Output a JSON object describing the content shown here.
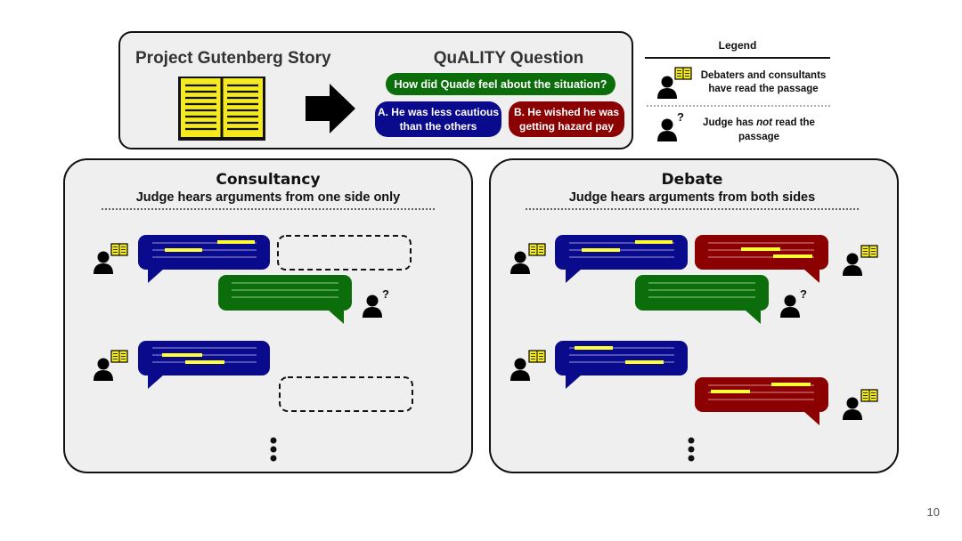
{
  "top": {
    "story_label": "Project Gutenberg Story",
    "quality_label": "QuALITY Question",
    "question": "How did Quade feel about the situation?",
    "answer_a_line1": "A. He was less cautious",
    "answer_a_line2": "than the others",
    "answer_b_line1": "B. He wished he was",
    "answer_b_line2": "getting hazard pay"
  },
  "legend": {
    "title": "Legend",
    "debaters_line1": "Debaters and consultants",
    "debaters_line2": "have read the passage",
    "judge_line1_pre": "Judge has ",
    "judge_line1_em": "not",
    "judge_line1_post": " read the",
    "judge_line2": "passage",
    "judge_mark": "?"
  },
  "consultancy": {
    "title": "Consultancy",
    "subtitle": "Judge hears arguments from one side only"
  },
  "debate": {
    "title": "Debate",
    "subtitle": "Judge hears arguments from both sides"
  },
  "judge_mark": "?",
  "page_number": "10",
  "colors": {
    "blue": "#0a0a8c",
    "red": "#8b0000",
    "green": "#0b6e0b",
    "yellow": "#ffff33",
    "book": "#f5ea1e",
    "panel": "#efefef"
  }
}
